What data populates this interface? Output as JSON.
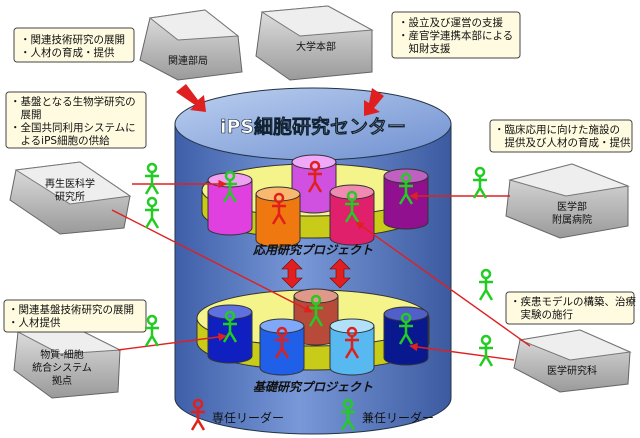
{
  "center_title": "iPS細胞研究センター",
  "applied_project": "応用研究プロジェクト",
  "basic_project": "基礎研究プロジェクト",
  "orgs": {
    "related_dept": "関連部局",
    "university": "大学本部",
    "regen": [
      "再生医科学",
      "研究所"
    ],
    "medfac": [
      "医学部",
      "附属病院"
    ],
    "mesys": [
      "物質-細胞",
      "統合システム",
      "拠点"
    ],
    "medgrad": "医学研究科"
  },
  "notes": {
    "related_dept": [
      "・関連技術研究の展開",
      "・人材の育成・提供"
    ],
    "university": [
      "・設立及び運営の支援",
      "・産官学連携本部による",
      "　知財支援"
    ],
    "regen": [
      "・基盤となる生物学研究の",
      "　展開",
      "・全国共同利用システムに",
      "　よるiPS細胞の供給"
    ],
    "medfac": [
      "・臨床応用に向けた施設の",
      "　提供及び人材の育成・提供"
    ],
    "mesys": [
      "・関連基盤技術研究の展開",
      "・人材提供"
    ],
    "medgrad": [
      "・疾患モデルの構築、治療",
      "　実験の施行"
    ]
  },
  "legend": {
    "dedicated": "専任リーダー",
    "concurrent": "兼任リーダー"
  },
  "colors": {
    "cylinder": "#5a7fc8",
    "dedicated": "#e0201a",
    "concurrent": "#22cc22"
  }
}
